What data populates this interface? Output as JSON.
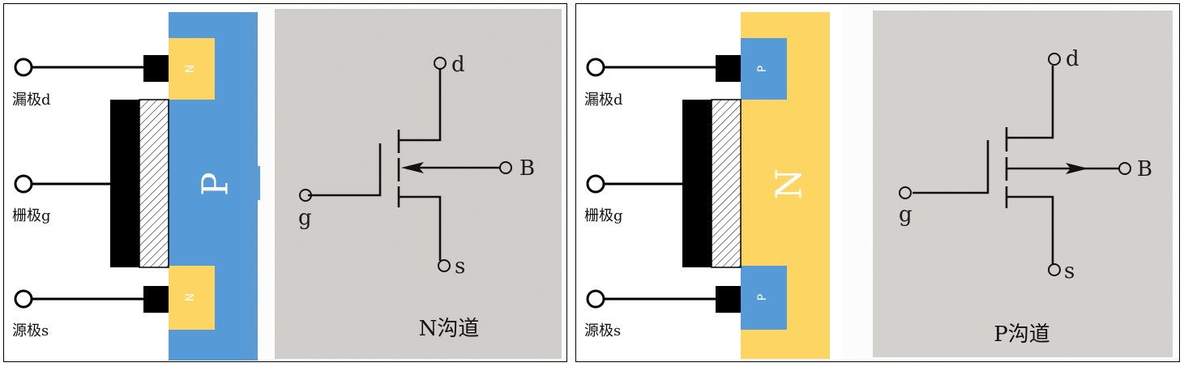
{
  "colors": {
    "p_substrate": "#569ad7",
    "n_substrate": "#fdd562",
    "black": "#000000",
    "photo_bg": "#cfcecb"
  },
  "n_channel": {
    "drain_label": "漏极d",
    "gate_label": "栅极g",
    "source_label": "源极s",
    "substrate_letter": "P",
    "drain_region": "N",
    "source_region": "N",
    "symbol": {
      "d": "d",
      "g": "g",
      "s": "s",
      "b": "B"
    },
    "caption": "N沟道"
  },
  "p_channel": {
    "drain_label": "漏极d",
    "gate_label": "栅极g",
    "source_label": "源极s",
    "substrate_letter": "N",
    "drain_region": "P",
    "source_region": "P",
    "symbol": {
      "d": "d",
      "g": "g",
      "s": "s",
      "b": "B"
    },
    "caption": "P沟道"
  }
}
